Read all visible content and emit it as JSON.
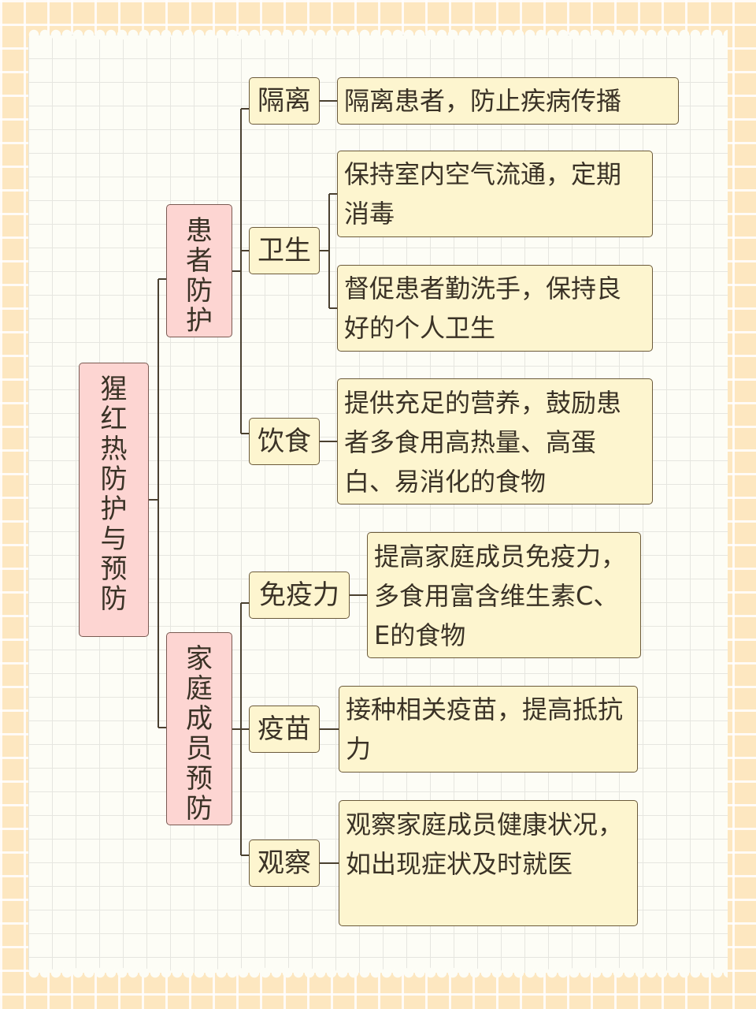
{
  "root": {
    "label": "猩红热防护与预防"
  },
  "branches": [
    {
      "label": "患者防护",
      "topics": [
        {
          "label": "隔离",
          "details": [
            "隔离患者，防止疾病传播"
          ]
        },
        {
          "label": "卫生",
          "details": [
            "保持室内空气流通，定期消毒",
            "督促患者勤洗手，保持良好的个人卫生"
          ]
        },
        {
          "label": "饮食",
          "details": [
            "提供充足的营养，鼓励患者多食用高热量、高蛋白、易消化的食物"
          ]
        }
      ]
    },
    {
      "label": "家庭成员预防",
      "topics": [
        {
          "label": "免疫力",
          "details": [
            "提高家庭成员免疫力，多食用富含维生素C、E的食物"
          ]
        },
        {
          "label": "疫苗",
          "details": [
            "接种相关疫苗，提高抵抗力"
          ]
        },
        {
          "label": "观察",
          "details": [
            "观察家庭成员健康状况，如出现症状及时就医"
          ]
        }
      ]
    }
  ],
  "colors": {
    "background": "#fde7c0",
    "paper": "#fdfdf6",
    "root_fill": "#fdd5d2",
    "node_fill": "#fdf5cf",
    "line": "#4a4030"
  }
}
